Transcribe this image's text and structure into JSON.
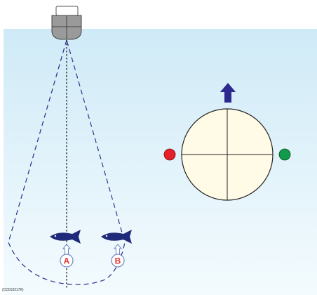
{
  "diagram": {
    "figure_code": "(CD010217K)",
    "fish_labels": {
      "a": "A",
      "b": "B"
    },
    "colors": {
      "water_top": "#cfeaf7",
      "water_bottom": "#f4fbfe",
      "fish": "#1f2a7a",
      "beam": "#2a2f8a",
      "label_ring": "#6a86c6",
      "label_text": "#e8352f",
      "scope_fill": "#fffbe6",
      "scope_line": "#222222",
      "arrow": "#2c2a8f",
      "port_light": "#e6202a",
      "starboard_light": "#119a4a",
      "boat_hull": "#9a9a9a",
      "boat_cabin": "#ffffff"
    },
    "icons": {
      "boat": "boat-icon",
      "fish": "fish-icon",
      "heading_arrow": "arrow-up-icon",
      "port_light": "red-circle-icon",
      "starboard_light": "green-circle-icon"
    }
  }
}
